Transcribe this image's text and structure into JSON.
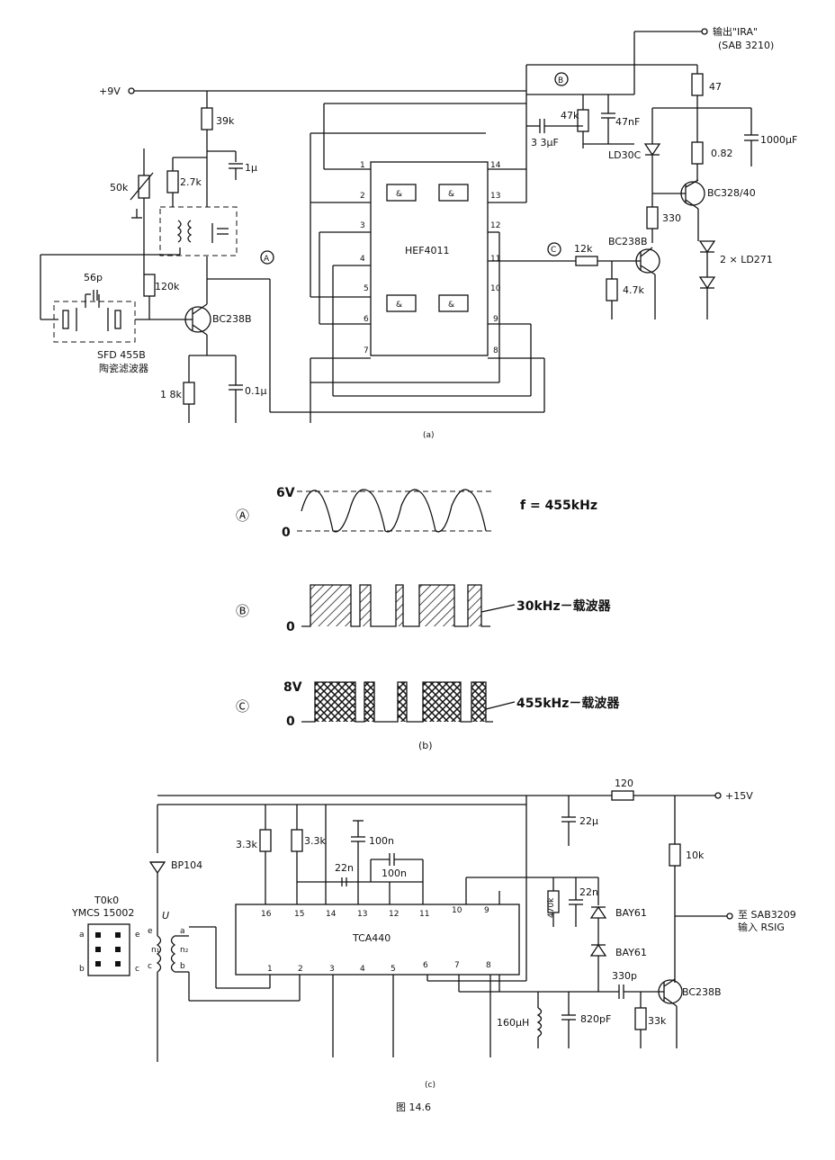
{
  "circuit_a": {
    "supply": "+9V",
    "output": "输出\"IRA\"",
    "output_sub": "(SAB 3210)",
    "r_39k": "39k",
    "r_50k": "50k",
    "r_27k": "2.7k",
    "c_1u": "1μ",
    "c_56p": "56p",
    "r_120k": "120k",
    "q1": "BC238B",
    "filter": "SFD 455B",
    "filter_cn": "陶瓷滤波器",
    "r_18k": "1 8k",
    "c_01u": "0.1μ",
    "ic": "HEF4011",
    "pins": [
      "1",
      "2",
      "3",
      "4",
      "5",
      "6",
      "7",
      "8",
      "9",
      "10",
      "11",
      "12",
      "13",
      "14"
    ],
    "c_33u": "3 3μF",
    "r_47k": "47k",
    "c_47n": "47nF",
    "led1": "LD30C",
    "r_47": "47",
    "c_1000u": "1000μF",
    "r_082": "0.82",
    "q3": "BC328/40",
    "r_330": "330",
    "q2": "BC238B",
    "r_12k": "12k",
    "r_47k2": "4.7k",
    "leds": "2 × LD271",
    "caption": "(a)"
  },
  "circuit_b": {
    "wave_a": {
      "marker": "Ⓐ",
      "high": "6V",
      "low": "0",
      "label": "f = 455kHz"
    },
    "wave_b": {
      "marker": "Ⓑ",
      "low": "0",
      "label": "30kHz－载波器"
    },
    "wave_c": {
      "marker": "Ⓒ",
      "high": "8V",
      "low": "0",
      "label": "455kHz－载波器"
    },
    "caption": "(b)"
  },
  "circuit_c": {
    "supply": "+15V",
    "r_120": "120",
    "c_22u": "22μ",
    "r_10k": "10k",
    "output": "至 SAB3209",
    "output_sub": "输入 RSIG",
    "diode_bp": "BP104",
    "coil": "T0k0",
    "coil_part": "YMCS 15002",
    "r_33k_a": "3.3k",
    "r_33k_b": "3.3k",
    "c_100n_a": "100n",
    "c_22n": "22n",
    "c_100n_b": "100n",
    "ic": "TCA440",
    "pins_top": [
      "16",
      "15",
      "14",
      "13",
      "12",
      "11",
      "10",
      "9"
    ],
    "pins_bot": [
      "1",
      "2",
      "3",
      "4",
      "5",
      "6",
      "7",
      "8"
    ],
    "r_470k": "470k",
    "c_22n_b": "22n",
    "d1": "BAY61",
    "d2": "BAY61",
    "c_330p": "330p",
    "q": "BC238B",
    "r_33k": "33k",
    "l": "160μH",
    "c_820p": "820pF",
    "coil_u": "U",
    "n1": "n₁",
    "n2": "n₂",
    "caption": "(c)"
  },
  "figure_title": "图 14.6"
}
